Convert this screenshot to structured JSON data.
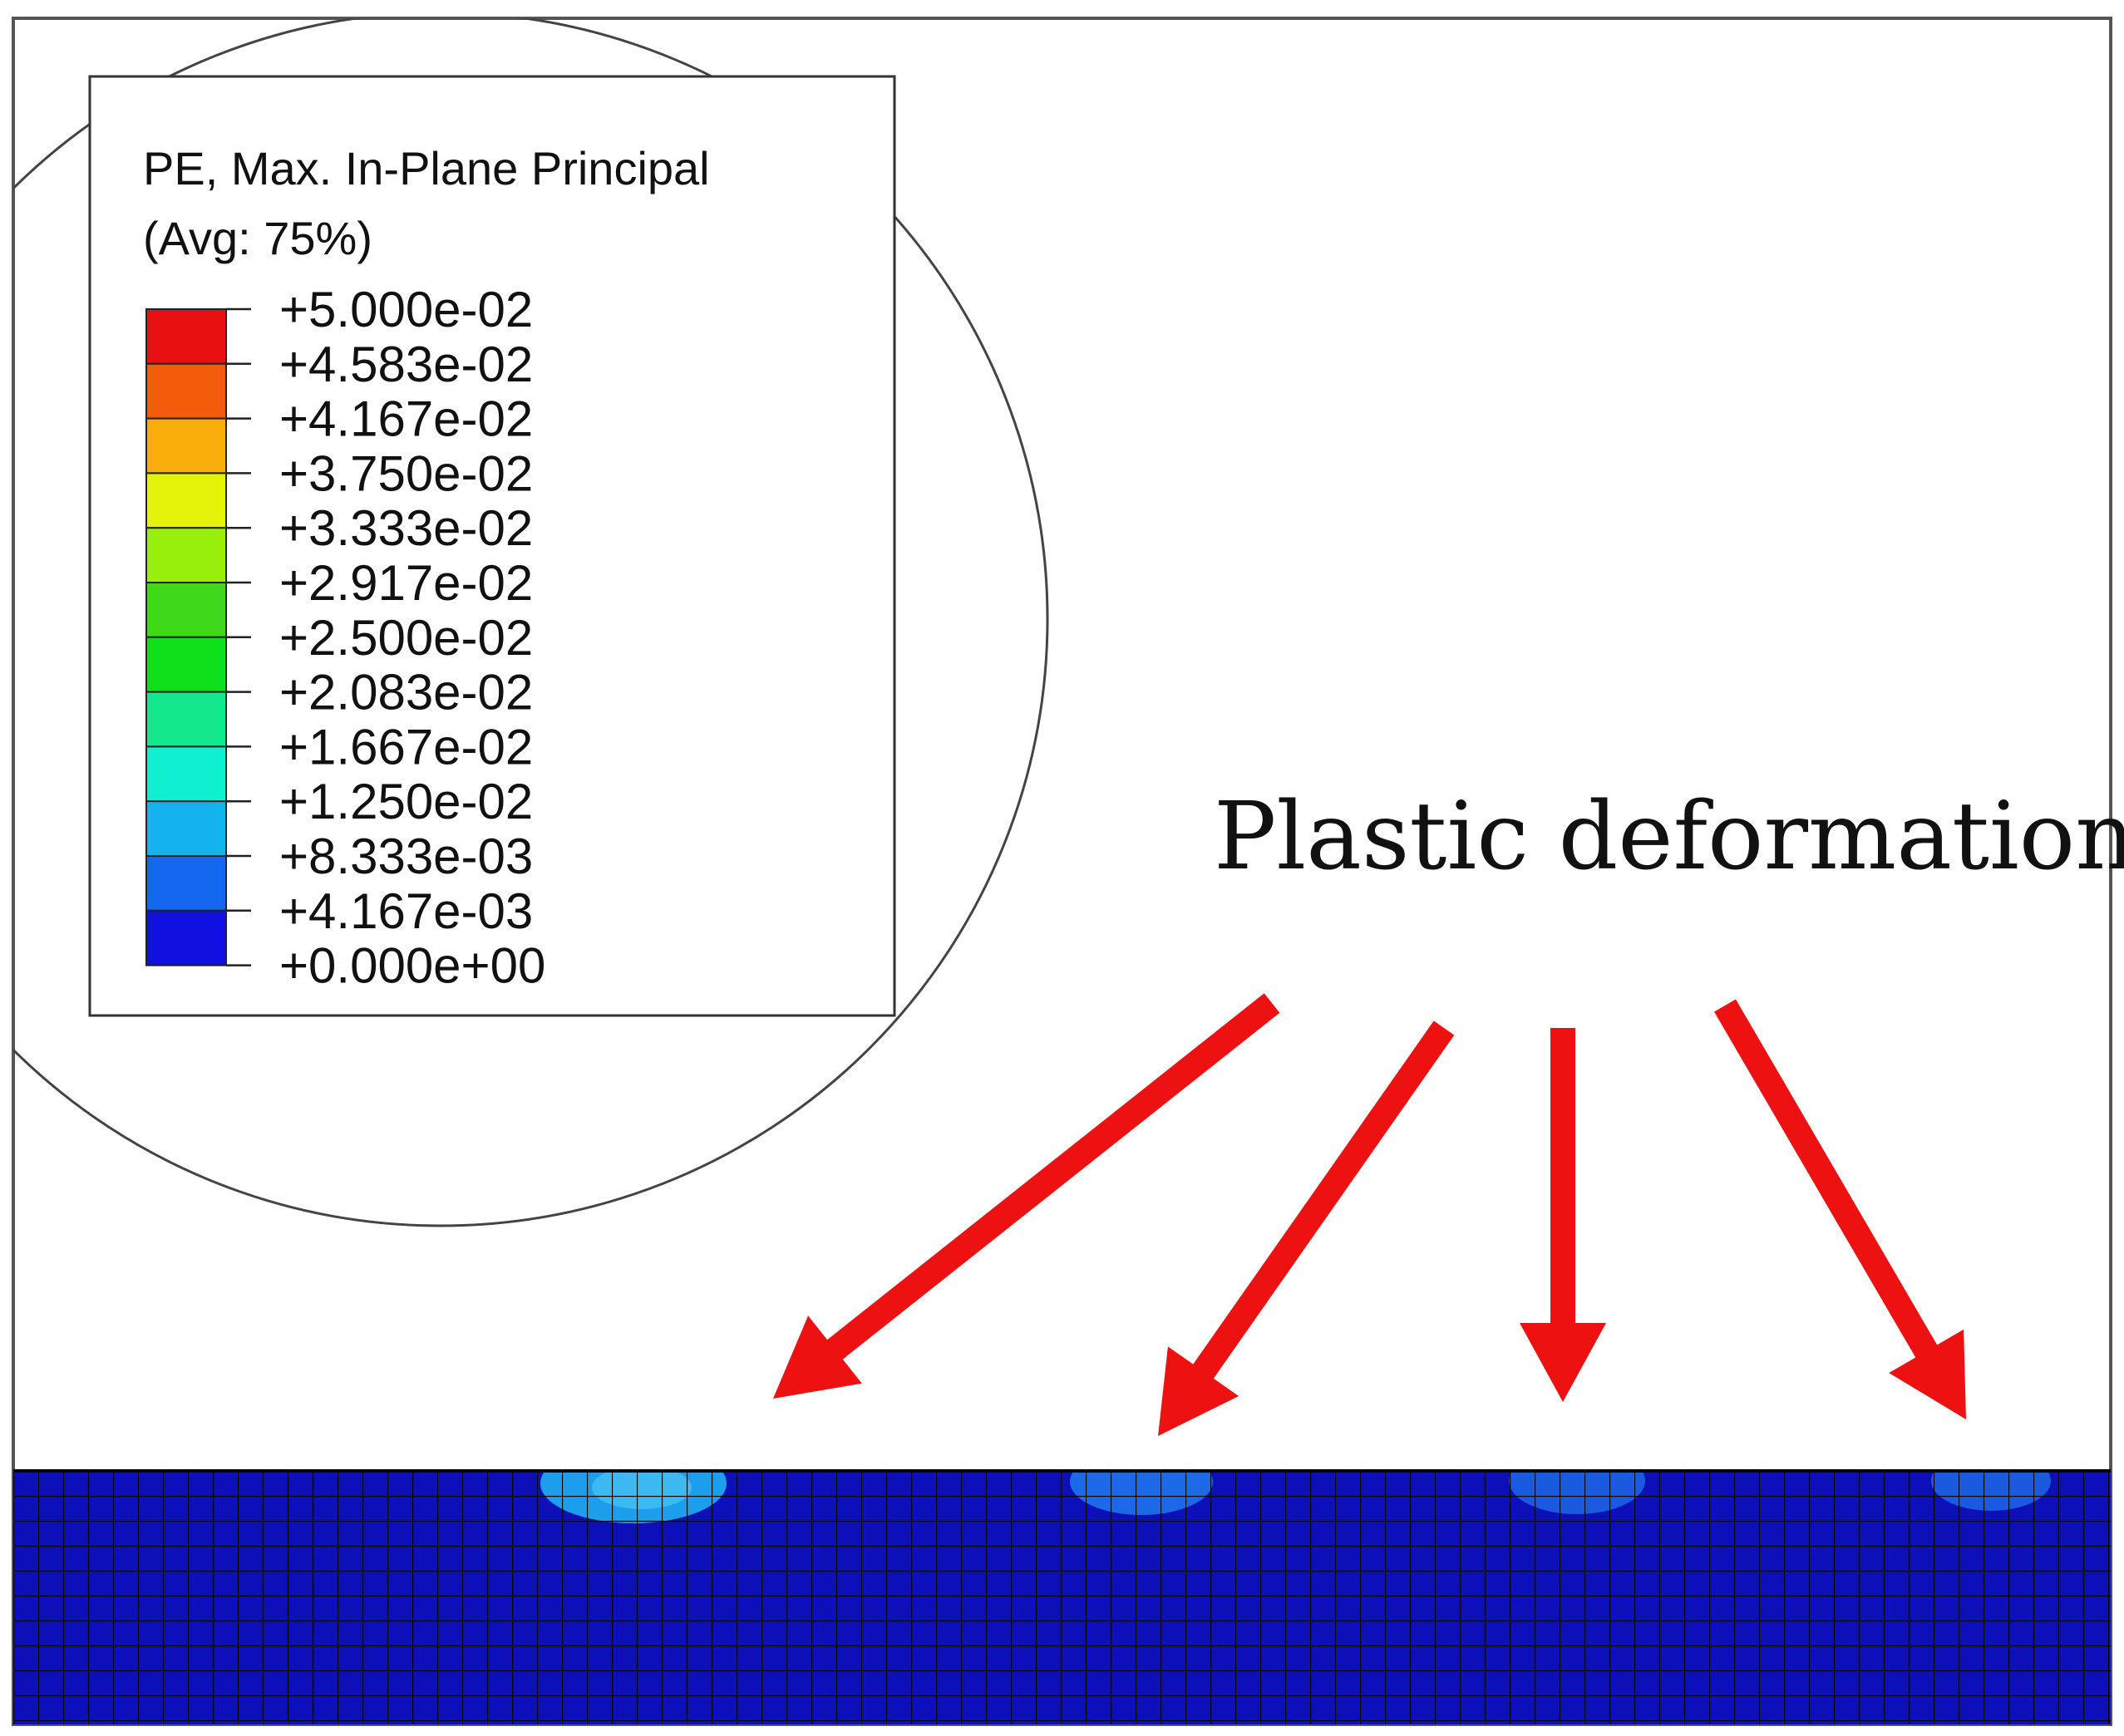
{
  "legend": {
    "title_line1": "PE, Max. In-Plane Principal",
    "title_line2": "(Avg: 75%)",
    "labels": [
      "+5.000e-02",
      "+4.583e-02",
      "+4.167e-02",
      "+3.750e-02",
      "+3.333e-02",
      "+2.917e-02",
      "+2.500e-02",
      "+2.083e-02",
      "+1.667e-02",
      "+1.250e-02",
      "+8.333e-03",
      "+4.167e-03",
      "+0.000e+00"
    ],
    "band_colors": [
      "#e81010",
      "#f25c0a",
      "#f9ad0a",
      "#e5f20a",
      "#98ef0c",
      "#3fd81a",
      "#0ee01c",
      "#14e88c",
      "#0ff0d0",
      "#14b3ef",
      "#1467ef",
      "#1010e0"
    ]
  },
  "annotation": {
    "text": "Plastic deformation",
    "arrow_color": "#ee1111",
    "arrow_count": 4
  },
  "mesh": {
    "base_color": "#0d10b8",
    "line_color": "#000000",
    "hotspot_colors": [
      "#1ea6ef",
      "#1c6fe8",
      "#1b5fe0"
    ],
    "hotspot_count": 4
  }
}
